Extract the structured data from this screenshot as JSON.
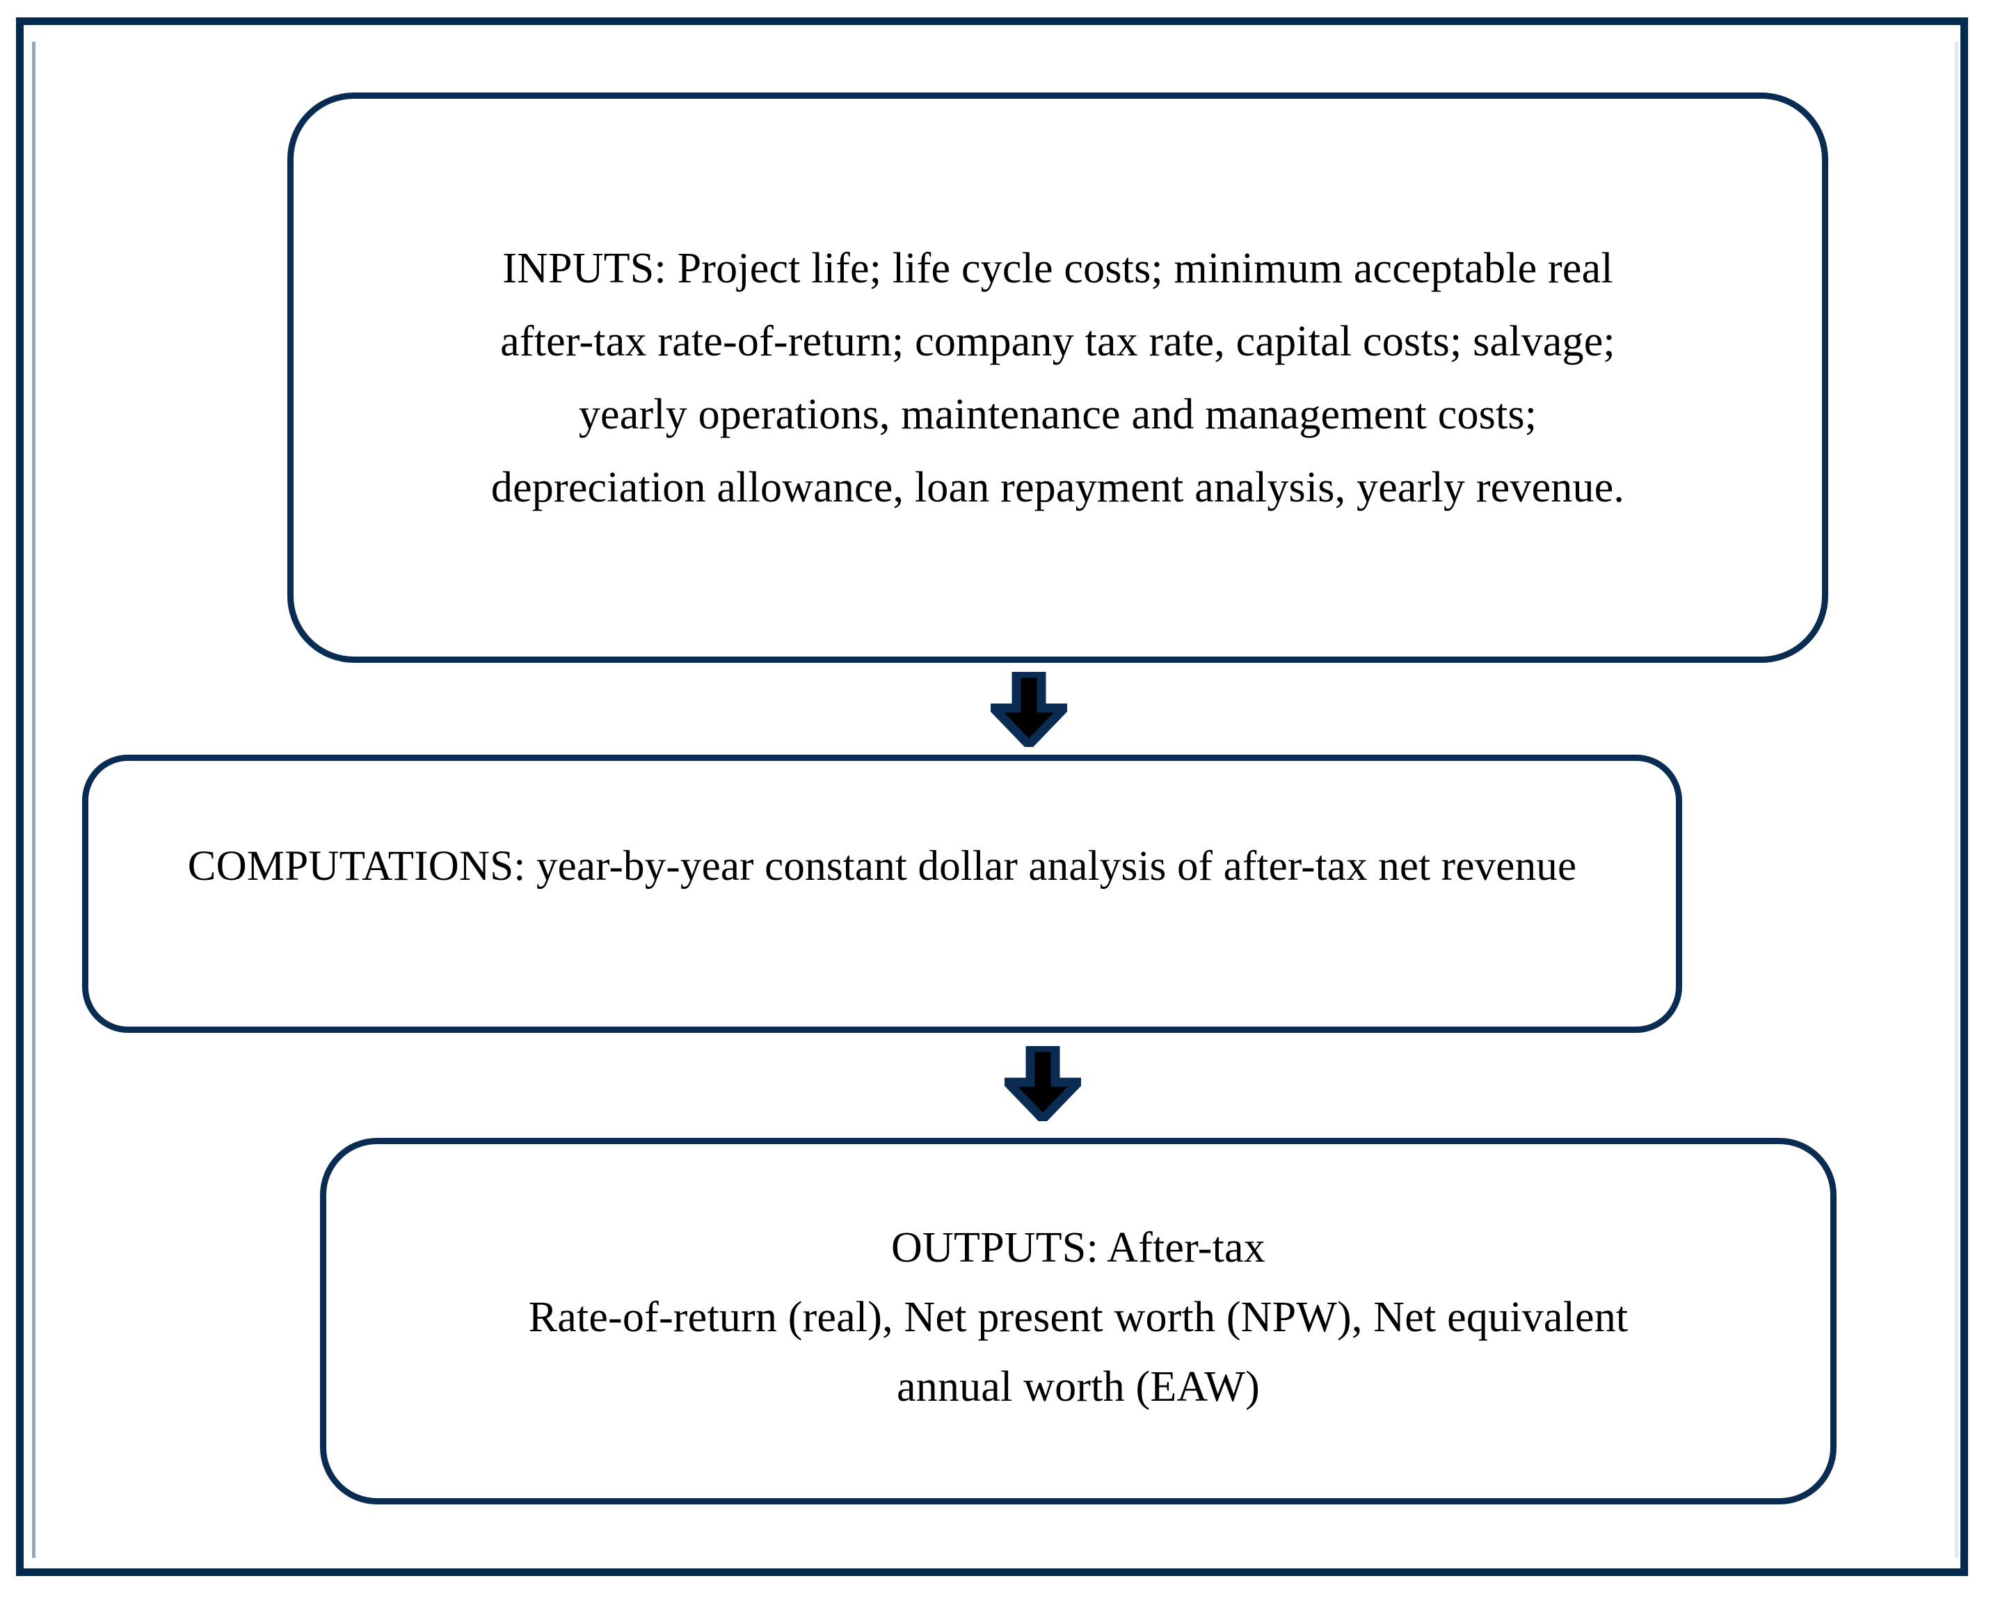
{
  "diagram": {
    "title": "After-tax economic analysis flowchart",
    "colors": {
      "frame_border": "#052a50",
      "box_border": "#0a2c52",
      "arrow_outline": "#0a2c52",
      "arrow_fill": "#000000",
      "text": "#000000",
      "background": "#ffffff"
    },
    "nodes": [
      {
        "id": "inputs",
        "label": "INPUTS",
        "lines": [
          "INPUTS: Project life; life cycle costs; minimum acceptable real",
          "after-tax rate-of-return; company tax rate, capital costs; salvage;",
          "yearly operations, maintenance and management costs;",
          "depreciation allowance, loan repayment analysis, yearly revenue."
        ]
      },
      {
        "id": "computations",
        "label": "COMPUTATIONS",
        "lines": [
          "COMPUTATIONS: year-by-year constant dollar analysis of after-tax net revenue"
        ]
      },
      {
        "id": "outputs",
        "label": "OUTPUTS",
        "lines": [
          "OUTPUTS: After-tax",
          "Rate-of-return (real), Net present worth (NPW), Net equivalent",
          "annual worth (EAW)"
        ]
      }
    ],
    "connectors": [
      {
        "id": "arrow-inputs-to-computations",
        "icon": "down-arrow-icon",
        "from": "inputs",
        "to": "computations"
      },
      {
        "id": "arrow-computations-to-outputs",
        "icon": "down-arrow-icon",
        "from": "computations",
        "to": "outputs"
      }
    ]
  }
}
